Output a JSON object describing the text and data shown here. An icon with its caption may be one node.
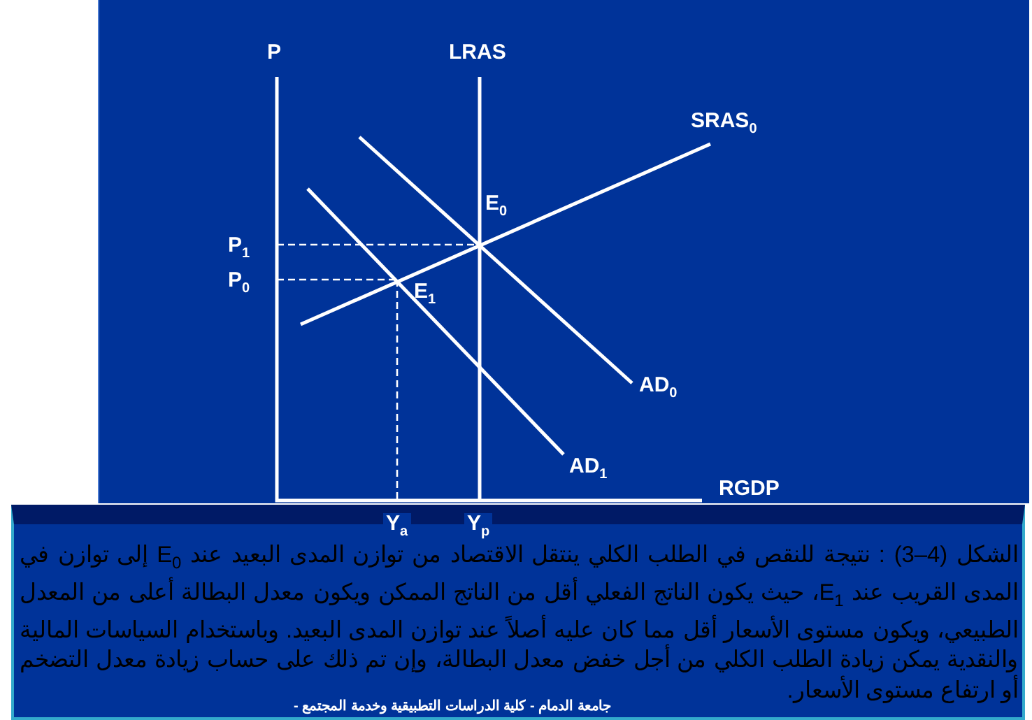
{
  "diagram": {
    "caption": "الشكل (4–3) : نتيجة للنقص في الطلب الكلي ينتقل الاقتصاد من توازن المدى البعيد عند E$_{0}$ إلى توازن في المدى القريب عند E$_{1}$، حيث يكون الناتج الفعلي أقل من الناتج الممكن ويكون معدل البطالة أعلى من المعدل الطبيعي، ويكون مستوى الأسعار أقل مما كان عليه أصلاً عند توازن المدى البعيد. وباستخدام السياسات المالية والنقدية يمكن زيادة الطلب الكلي من أجل خفض معدل البطالة، وإن تم ذلك على حساب زيادة معدل التضخم أو ارتفاع مستوى الأسعار.",
    "labels": [
      "P",
      "LRAS",
      "SRAS$_{0}$",
      "E$_{0}$",
      "P$_{1}$",
      "P$_{0}$",
      "E$_{1}$",
      "AD$_{0}$",
      "AD$_{1}$",
      "RGDP",
      "Y$_{a}$",
      "Y$_{p}$",
      "جامعة الدمام - كلية الدراسات التطبيقية وخدمة المجتمع -"
    ]
  }
}
